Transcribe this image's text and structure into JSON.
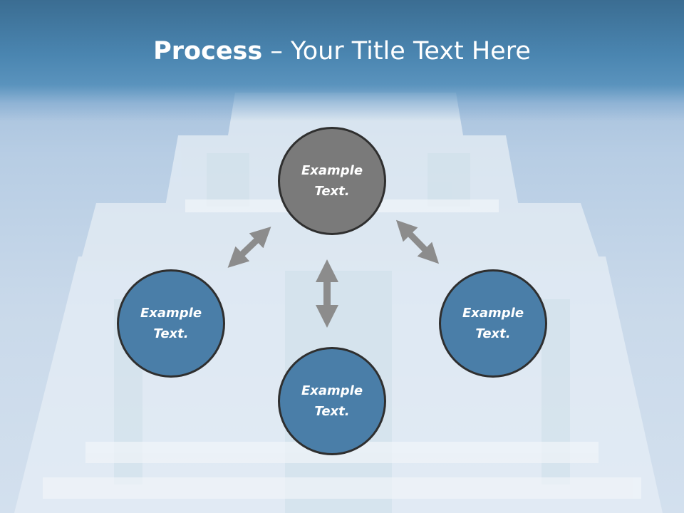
{
  "title": {
    "bold": "Process",
    "rest": " – Your Title Text Here"
  },
  "nodes": [
    {
      "label": "Example Text."
    },
    {
      "label": "Example Text."
    },
    {
      "label": "Example Text."
    },
    {
      "label": "Example Text."
    }
  ],
  "colors": {
    "header": "#4a85b0",
    "node_gray": "#7a7a7a",
    "node_blue": "#4a7ea8",
    "arrow": "#8c8c8c",
    "outline": "#2f2f2f"
  }
}
